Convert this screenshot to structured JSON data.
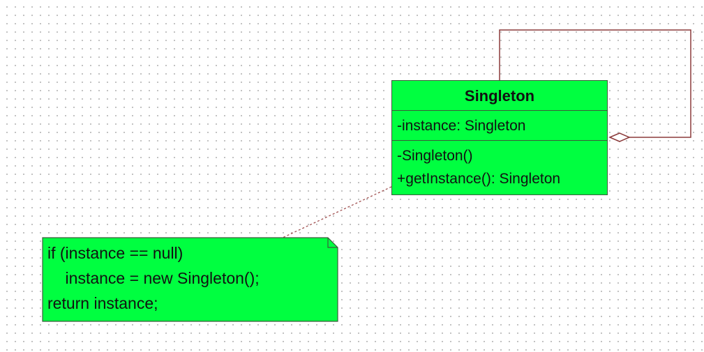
{
  "uml_class": {
    "name": "Singleton",
    "attributes": [
      "-instance: Singleton"
    ],
    "methods": [
      "-Singleton()",
      "+getInstance(): Singleton"
    ]
  },
  "note": {
    "lines": [
      "if (instance == null)",
      "    instance = new Singleton();",
      "return instance;"
    ]
  },
  "colors": {
    "fill": "#00ff40",
    "association_line": "#8b3a3a",
    "note_link": "#a05050"
  }
}
